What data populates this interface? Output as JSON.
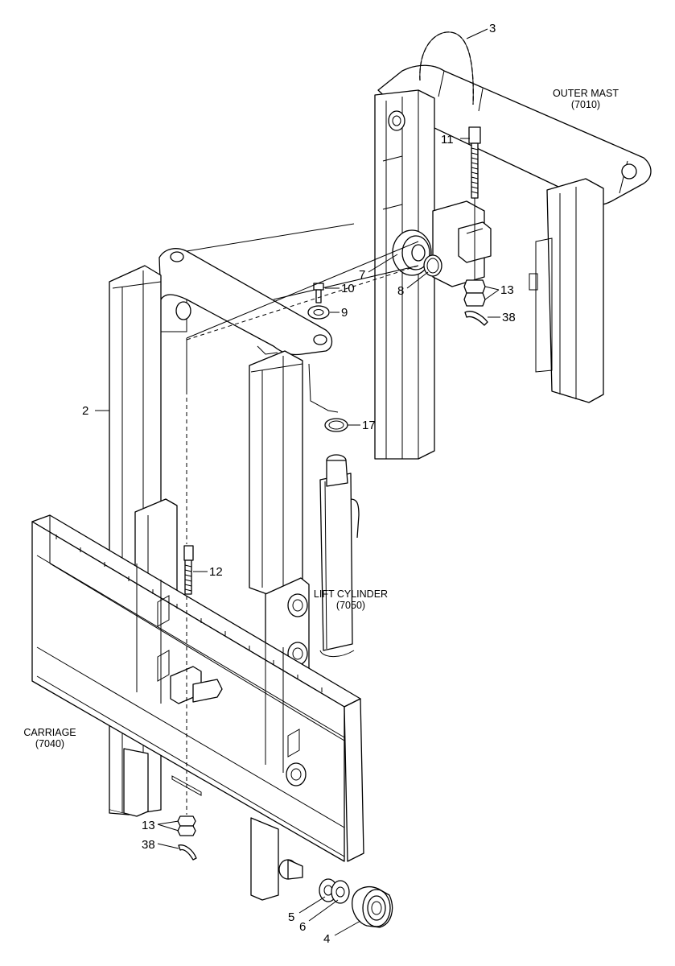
{
  "assemblies": {
    "outer_mast": {
      "name": "OUTER MAST",
      "code": "(7010)"
    },
    "lift_cylinder": {
      "name": "LIFT CYLINDER",
      "code": "(7050)"
    },
    "carriage": {
      "name": "CARRIAGE",
      "code": "(7040)"
    }
  },
  "callouts": {
    "c2": "2",
    "c3": "3",
    "c4": "4",
    "c5": "5",
    "c6": "6",
    "c7": "7",
    "c8": "8",
    "c9": "9",
    "c10": "10",
    "c11": "11",
    "c12": "12",
    "c13_top": "13",
    "c13_bottom": "13",
    "c17": "17",
    "c38_top": "38",
    "c38_bottom": "38"
  }
}
